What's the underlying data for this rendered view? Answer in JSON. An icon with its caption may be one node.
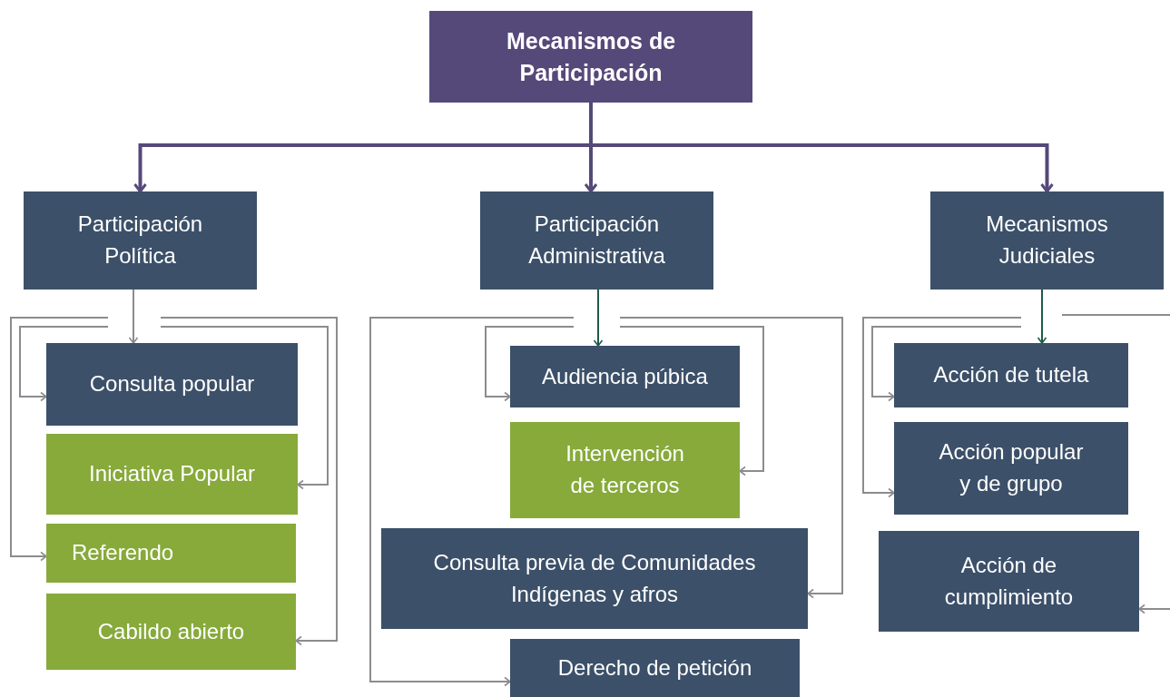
{
  "diagram": {
    "nodes": [
      {
        "text": [
          "Mecanismos de Participación"
        ]
      },
      {
        "text": [
          "Participación Política"
        ]
      },
      {
        "text": [
          "Participación Administrativa"
        ]
      },
      {
        "text": [
          "Mecanismos Judiciales"
        ]
      },
      {
        "text": [
          "Consulta popular"
        ]
      },
      {
        "text": [
          "Iniciativa Popular"
        ]
      },
      {
        "text": [
          "Referendo"
        ]
      },
      {
        "text": [
          "Cabildo abierto"
        ]
      },
      {
        "text": [
          "Audiencia púbica"
        ]
      },
      {
        "text": [
          "Intervención de terceros"
        ]
      },
      {
        "text": [
          "Consulta previa de Comunidades Indígenas y afros"
        ]
      },
      {
        "text": [
          "Derecho de petición"
        ]
      },
      {
        "text": [
          "Acción de tutela"
        ]
      },
      {
        "text": [
          "Acción popular y de grupo"
        ]
      },
      {
        "text": [
          "Acción de cumplimiento"
        ]
      }
    ],
    "edges": [
      {
        "from": 0,
        "to": 1,
        "arrow": "to",
        "style": "thick",
        "color": "#55497a"
      },
      {
        "from": 0,
        "to": 2,
        "arrow": "to",
        "style": "thick",
        "color": "#55497a"
      },
      {
        "from": 0,
        "to": 3,
        "arrow": "to",
        "style": "thick",
        "color": "#55497a"
      },
      {
        "from": 1,
        "to": 4,
        "arrow": "to"
      },
      {
        "from": null,
        "to": 4,
        "arrow": "to"
      },
      {
        "from": null,
        "to": 5,
        "arrow": "to"
      },
      {
        "from": null,
        "to": 6,
        "arrow": "to"
      },
      {
        "from": null,
        "to": 7,
        "arrow": "to"
      },
      {
        "from": 2,
        "to": 8,
        "arrow": "to",
        "color": "#1f5a4a"
      },
      {
        "from": null,
        "to": 8,
        "arrow": "to"
      },
      {
        "from": null,
        "to": 9,
        "arrow": "to"
      },
      {
        "from": null,
        "to": 10,
        "arrow": "to"
      },
      {
        "from": null,
        "to": 11,
        "arrow": "to"
      },
      {
        "from": 3,
        "to": 12,
        "arrow": "to",
        "color": "#1f5a4a"
      },
      {
        "from": null,
        "to": 12,
        "arrow": "to"
      },
      {
        "from": null,
        "to": 13,
        "arrow": "to"
      },
      {
        "from": null,
        "to": 14,
        "arrow": "to"
      }
    ]
  }
}
